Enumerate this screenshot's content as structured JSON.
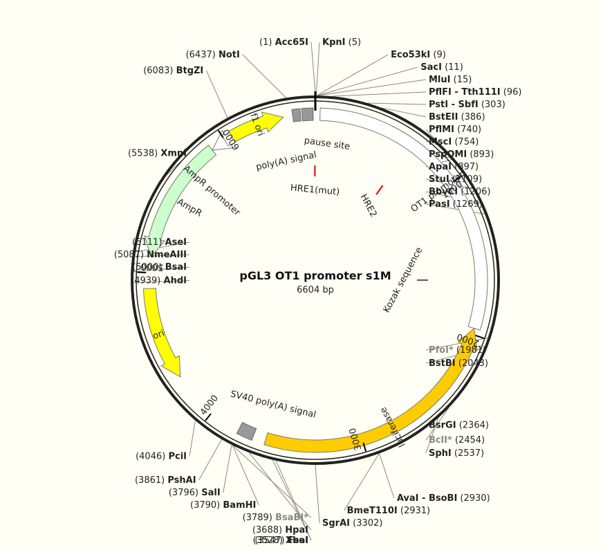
{
  "plasmid": {
    "name": "pGL3 OT1 promoter s1M",
    "size_label": "6604 bp",
    "total_bp": 6604
  },
  "ticks": [
    {
      "pos": 1000,
      "label": "1000"
    },
    {
      "pos": 2000,
      "label": "2000"
    },
    {
      "pos": 3000,
      "label": "3000"
    },
    {
      "pos": 4000,
      "label": "4000"
    },
    {
      "pos": 5000,
      "label": "5000"
    },
    {
      "pos": 6000,
      "label": "6000"
    }
  ],
  "sites": [
    {
      "name": "Acc65I",
      "pos_label": "(1)",
      "pos": 1,
      "side": "left",
      "dim": false
    },
    {
      "name": "KpnI",
      "pos_label": "(5)",
      "pos": 5,
      "side": "right",
      "dim": false
    },
    {
      "name": "Eco53kI",
      "pos_label": "(9)",
      "pos": 9,
      "side": "right",
      "dim": false
    },
    {
      "name": "SacI",
      "pos_label": "(11)",
      "pos": 11,
      "side": "right",
      "dim": false
    },
    {
      "name": "MluI",
      "pos_label": "(15)",
      "pos": 15,
      "side": "right",
      "dim": false
    },
    {
      "name": "PflFI - Tth111I",
      "pos_label": "(96)",
      "pos": 96,
      "side": "right",
      "dim": false
    },
    {
      "name": "PstI - SbfI",
      "pos_label": "(303)",
      "pos": 303,
      "side": "right",
      "dim": false
    },
    {
      "name": "BstEII",
      "pos_label": "(386)",
      "pos": 386,
      "side": "right",
      "dim": false
    },
    {
      "name": "PflMI",
      "pos_label": "(740)",
      "pos": 740,
      "side": "right",
      "dim": false
    },
    {
      "name": "MscI",
      "pos_label": "(754)",
      "pos": 754,
      "side": "right",
      "dim": false
    },
    {
      "name": "PspOMI",
      "pos_label": "(893)",
      "pos": 893,
      "side": "right",
      "dim": false
    },
    {
      "name": "ApaI",
      "pos_label": "(897)",
      "pos": 897,
      "side": "right",
      "dim": false
    },
    {
      "name": "StuI",
      "pos_label": "(1109)",
      "pos": 1109,
      "side": "right",
      "dim": false
    },
    {
      "name": "BbvCI",
      "pos_label": "(1206)",
      "pos": 1206,
      "side": "right",
      "dim": false
    },
    {
      "name": "PasI",
      "pos_label": "(1269)",
      "pos": 1269,
      "side": "right",
      "dim": false
    },
    {
      "name": "PfoI*",
      "pos_label": "(1981)",
      "pos": 1981,
      "side": "right",
      "dim": true
    },
    {
      "name": "BstBI",
      "pos_label": "(2043)",
      "pos": 2043,
      "side": "right",
      "dim": false
    },
    {
      "name": "BsrGI",
      "pos_label": "(2364)",
      "pos": 2364,
      "side": "right",
      "dim": false
    },
    {
      "name": "BclI*",
      "pos_label": "(2454)",
      "pos": 2454,
      "side": "right",
      "dim": true
    },
    {
      "name": "SphI",
      "pos_label": "(2537)",
      "pos": 2537,
      "side": "right",
      "dim": false
    },
    {
      "name": "AvaI - BsoBI",
      "pos_label": "(2930)",
      "pos": 2930,
      "side": "right",
      "dim": false
    },
    {
      "name": "BmeT110I",
      "pos_label": "(2931)",
      "pos": 2931,
      "side": "right",
      "dim": false
    },
    {
      "name": "SgrAI",
      "pos_label": "(3302)",
      "pos": 3302,
      "side": "right",
      "dim": false
    },
    {
      "name": "XbaI",
      "pos_label": "(3528)",
      "pos": 3528,
      "side": "left",
      "dim": false
    },
    {
      "name": "FseI",
      "pos_label": "(3547)",
      "pos": 3547,
      "side": "left",
      "dim": false
    },
    {
      "name": "HpaI",
      "pos_label": "(3688)",
      "pos": 3688,
      "side": "left",
      "dim": false
    },
    {
      "name": "BsaBI*",
      "pos_label": "(3789)",
      "pos": 3789,
      "side": "left",
      "dim": true
    },
    {
      "name": "BamHI",
      "pos_label": "(3790)",
      "pos": 3790,
      "side": "left",
      "dim": false
    },
    {
      "name": "SalI",
      "pos_label": "(3796)",
      "pos": 3796,
      "side": "left",
      "dim": false
    },
    {
      "name": "PshAI",
      "pos_label": "(3861)",
      "pos": 3861,
      "side": "left",
      "dim": false
    },
    {
      "name": "PciI",
      "pos_label": "(4046)",
      "pos": 4046,
      "side": "left",
      "dim": false
    },
    {
      "name": "AhdI",
      "pos_label": "(4939)",
      "pos": 4939,
      "side": "left",
      "dim": false
    },
    {
      "name": "BsaI",
      "pos_label": "(5000)",
      "pos": 5000,
      "side": "left",
      "dim": false
    },
    {
      "name": "NmeAIII",
      "pos_label": "(5087)",
      "pos": 5087,
      "side": "left",
      "dim": false
    },
    {
      "name": "AseI",
      "pos_label": "(5111)",
      "pos": 5111,
      "side": "left",
      "dim": false
    },
    {
      "name": "XmnI",
      "pos_label": "(5538)",
      "pos": 5538,
      "side": "left",
      "dim": false
    },
    {
      "name": "BtgZI",
      "pos_label": "(6083)",
      "pos": 6083,
      "side": "left",
      "dim": false
    },
    {
      "name": "NotI",
      "pos_label": "(6437)",
      "pos": 6437,
      "side": "left",
      "dim": false
    }
  ],
  "features": [
    {
      "name": "OT1 promoter",
      "start": 30,
      "end": 1960,
      "color": "#ffffff",
      "type": "promoter"
    },
    {
      "name": "luciferase",
      "start": 1960,
      "end": 3620,
      "color": "#ffcc00",
      "type": "cds-rev"
    },
    {
      "name": "ori",
      "start": 4300,
      "end": 4900,
      "color": "#ffff00",
      "type": "cds-rev"
    },
    {
      "name": "AmpR",
      "start": 5100,
      "end": 5900,
      "color": "#ccffcc",
      "type": "cds-rev"
    },
    {
      "name": "AmpR promoter",
      "start": 5900,
      "end": 6000,
      "color": "#ffffff",
      "type": "promoter-rev"
    },
    {
      "name": "f1 ori",
      "start": 6050,
      "end": 6400,
      "color": "#ffff00",
      "type": "cds-fwd"
    },
    {
      "name": "SV40 poly(A) signal",
      "start": 3700,
      "end": 3800,
      "color": "#999999",
      "type": "box"
    },
    {
      "name": "poly(A) signal",
      "start": 6460,
      "end": 6510,
      "color": "#999999",
      "type": "box"
    },
    {
      "name": "pause site",
      "start": 6520,
      "end": 6590,
      "color": "#999999",
      "type": "box"
    },
    {
      "name": "HRE1(mut)",
      "pos": 6600,
      "color": "#dd0000",
      "type": "mark"
    },
    {
      "name": "HRE2",
      "pos": 650,
      "color": "#dd0000",
      "type": "mark"
    },
    {
      "name": "Kozak sequence",
      "pos": 1650,
      "color": "#555555",
      "type": "mark"
    }
  ],
  "colors": {
    "backbone": "#222222",
    "leader": "#888888",
    "background": "#fffff5"
  }
}
